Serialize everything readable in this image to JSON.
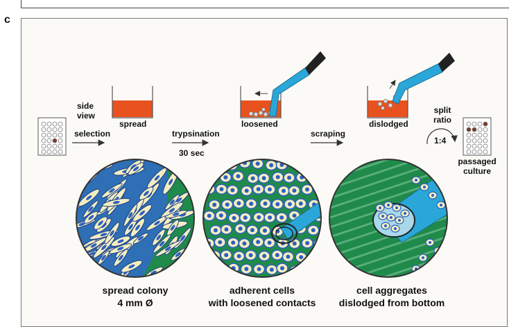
{
  "panel_label": "c",
  "labels": {
    "side_view": "side view",
    "selection": "selection",
    "spread": "spread",
    "trypsination": "trypsination",
    "time": "30 sec",
    "loosened": "loosened",
    "scraping": "scraping",
    "dislodged": "dislodged",
    "split_ratio": "split ratio",
    "ratio": "1:4",
    "passaged_culture": "passaged culture"
  },
  "captions": {
    "c1_line1": "spread colony",
    "c1_line2": "4 mm Ø",
    "c2_line1": "adherent cells",
    "c2_line2": "with loosened contacts",
    "c3_line1": "cell aggregates",
    "c3_line2": "dislodged from bottom"
  },
  "colors": {
    "medium": "#e8521f",
    "pipette": "#2aa7d8",
    "cell_blue": "#2e5fc0",
    "cell_yellow": "#f2eec0",
    "matrix_green": "#1f8a4a"
  }
}
